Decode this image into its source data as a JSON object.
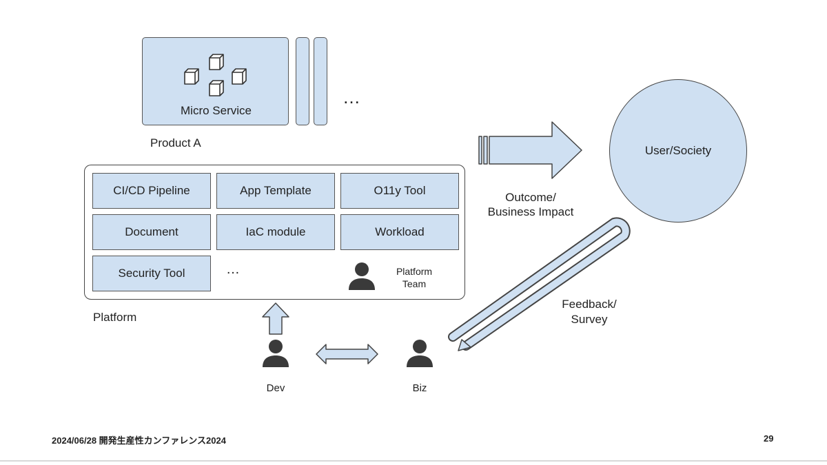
{
  "product": {
    "box_label": "Micro Service",
    "caption": "Product A",
    "ellipsis": "…"
  },
  "platform": {
    "caption": "Platform",
    "modules": [
      "CI/CD Pipeline",
      "App Template",
      "O11y Tool",
      "Document",
      "IaC module",
      "Workload",
      "Security Tool"
    ],
    "ellipsis": "…",
    "team_label_line1": "Platform",
    "team_label_line2": "Team"
  },
  "outcome": {
    "line1": "Outcome/",
    "line2": "Business Impact"
  },
  "user": {
    "label": "User/Society"
  },
  "feedback": {
    "line1": "Feedback/",
    "line2": "Survey"
  },
  "actors": {
    "dev": "Dev",
    "biz": "Biz"
  },
  "footer": {
    "left": "2024/06/28 開発生産性カンファレンス2024",
    "page_number": "29"
  },
  "colors": {
    "fill": "#cfe0f2",
    "stroke": "#555555",
    "person": "#3a3a3a"
  }
}
